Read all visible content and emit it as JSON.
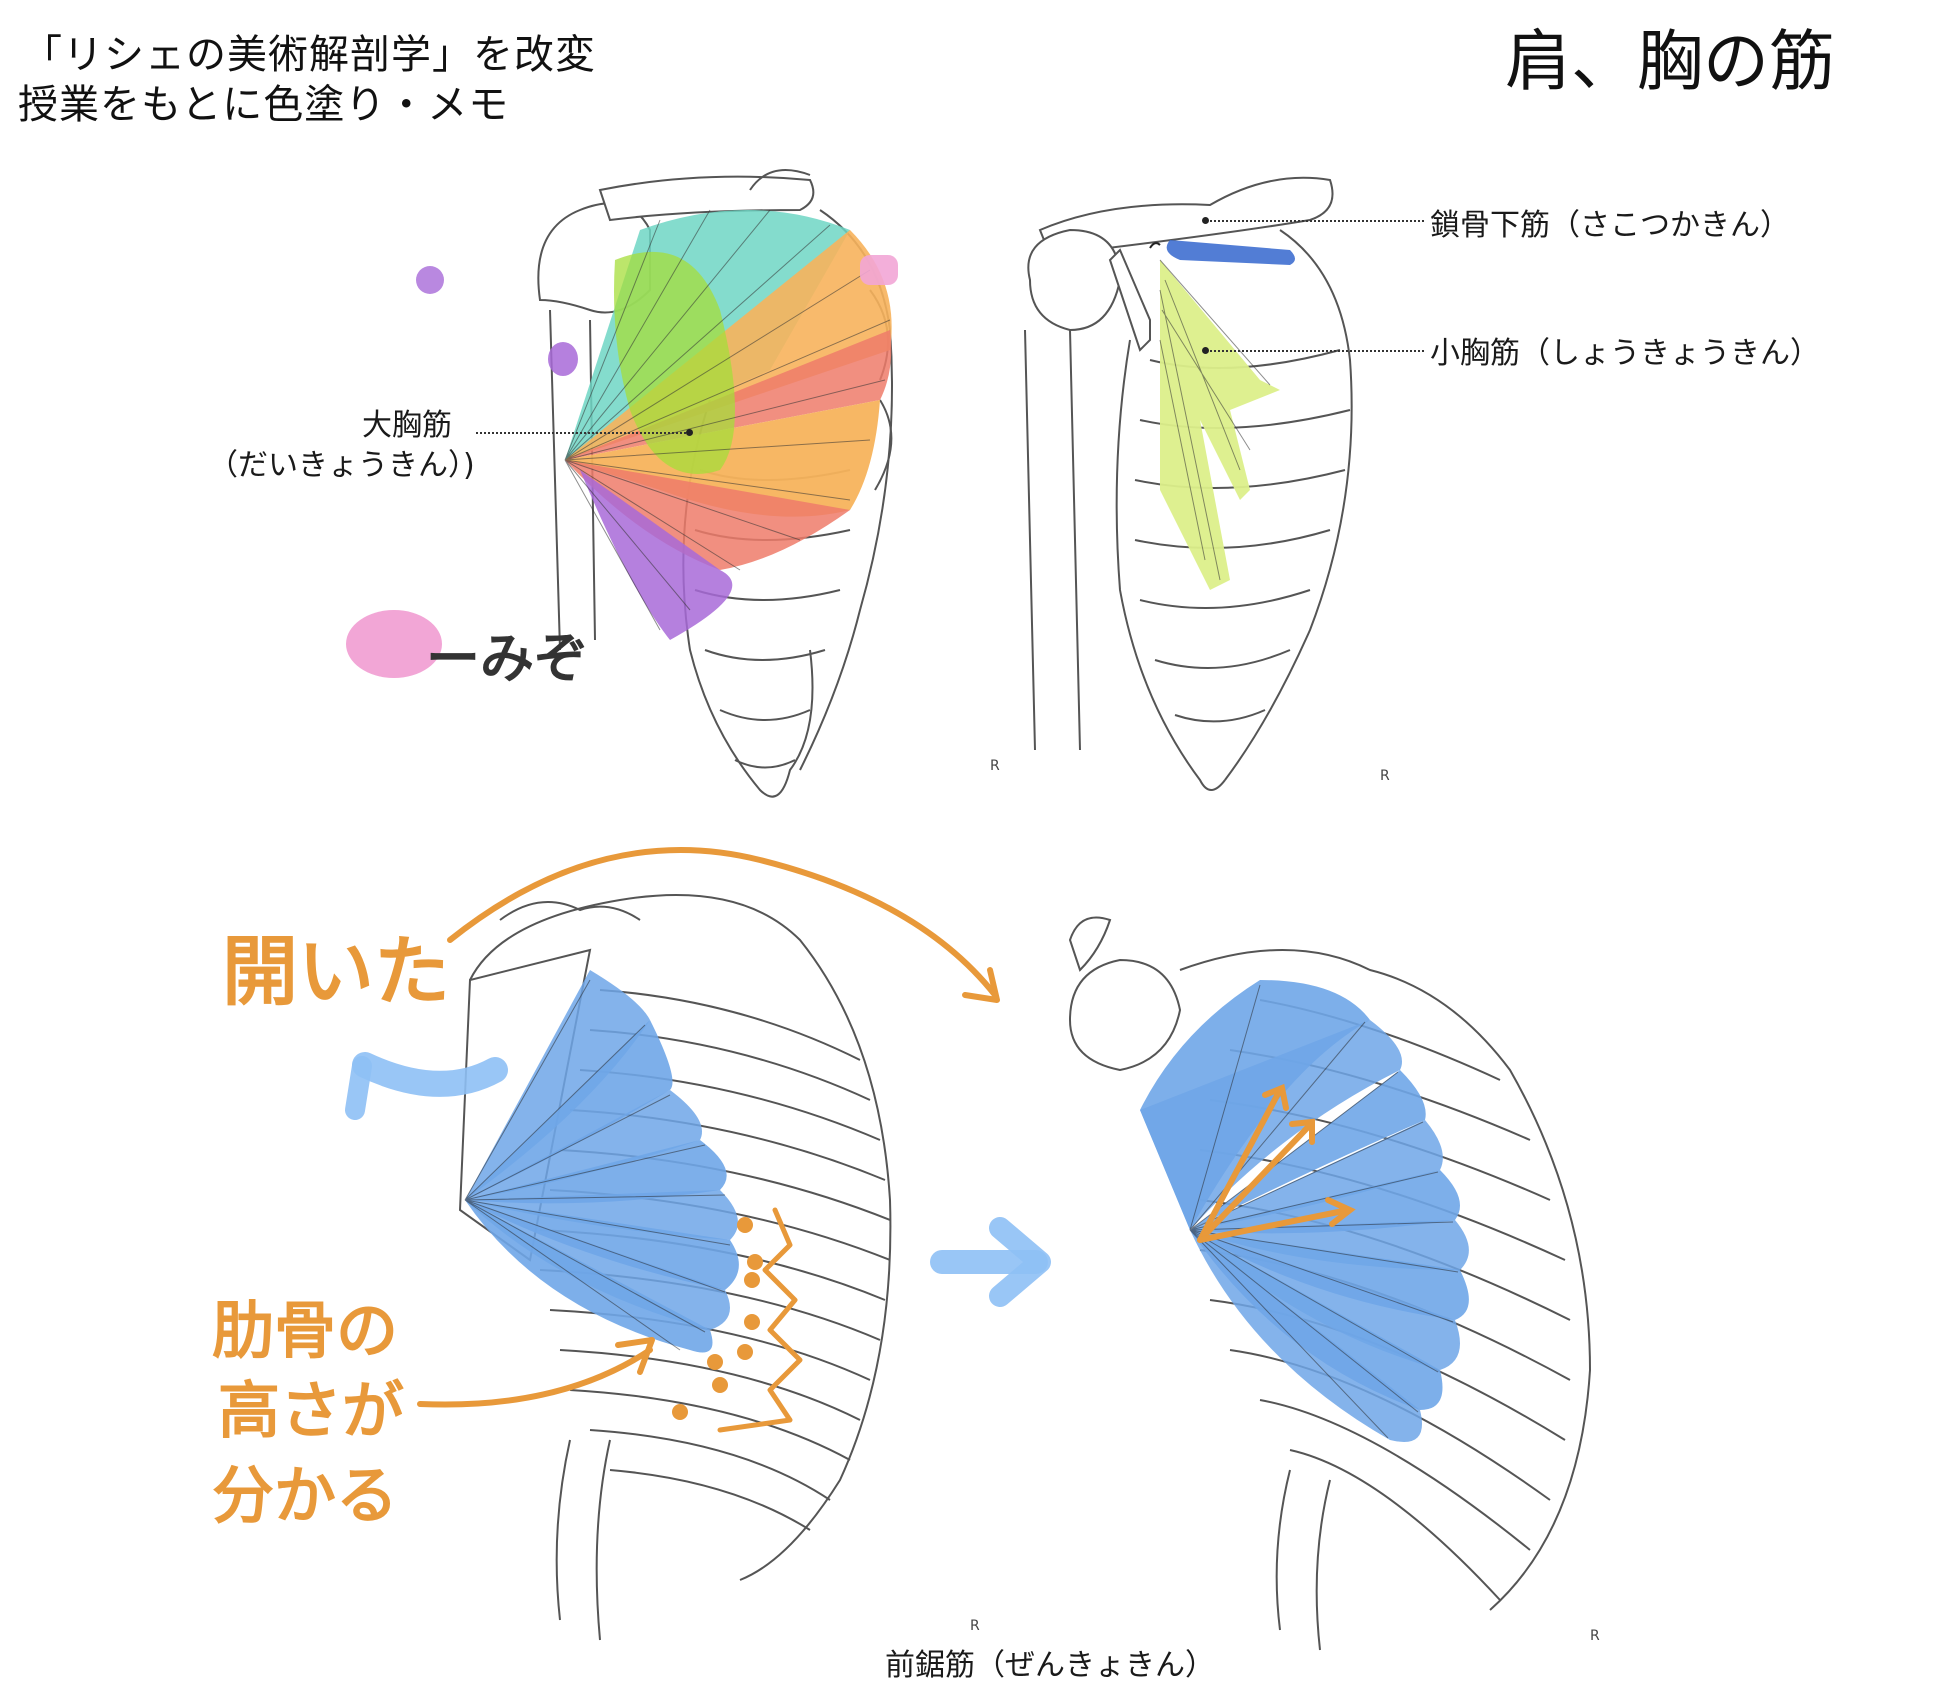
{
  "header": {
    "source_line1": "「リシェの美術解剖学」を改変",
    "source_line2": "授業をもとに色塗り・メモ",
    "title": "肩、胸の筋"
  },
  "labels": {
    "pectoralis_major": "大胸筋",
    "pectoralis_major_reading": "（だいきょうきん）)",
    "subclavius": "鎖骨下筋（さこつかきん）",
    "pectoralis_minor": "小胸筋（しょうきょうきん）",
    "serratus_anterior": "前鋸筋（ぜんきょきん）"
  },
  "annotations": {
    "groove_note": "ーみぞ",
    "opened_note": "開いた",
    "rib_note_line1": "肋骨の",
    "rib_note_line2": "高さが",
    "rib_note_line3": "分かる"
  },
  "colors": {
    "pec_teal": "#6fd6c4",
    "pec_orange": "#f7b35c",
    "pec_red": "#ee7b6a",
    "pec_purple": "#a86ad8",
    "pec_green": "#a5dd3a",
    "groove_pink": "#f2a6d6",
    "subclavius_blue": "#3f6fd0",
    "pec_minor_yellow": "#dcef8a",
    "serratus_blue": "#6fa6e8",
    "annotation_orange": "#e8993a",
    "arrow_blue": "#8ec0f5"
  }
}
